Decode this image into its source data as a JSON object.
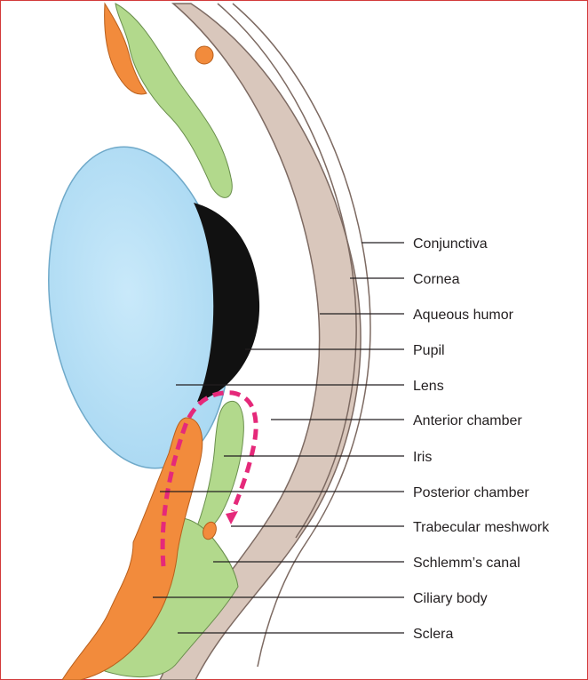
{
  "colors": {
    "frame": "#d23a3a",
    "lens_fill": "#a9d8f2",
    "lens_highlight": "#c9e9fa",
    "cornea_sclera": "#d9c7bc",
    "cornea_edge": "#7d6a62",
    "iris_green": "#b2d98c",
    "orange": "#f28b3c",
    "pupil": "#111111",
    "flow_arrow": "#e5297a",
    "leader_line": "#231f20"
  },
  "labels": {
    "conjunctiva": "Conjunctiva",
    "cornea": "Cornea",
    "aqueous_humor": "Aqueous humor",
    "pupil": "Pupil",
    "lens": "Lens",
    "anterior_chamber": "Anterior chamber",
    "iris": "Iris",
    "posterior_chamber": "Posterior chamber",
    "trabecular_meshwork": "Trabecular meshwork",
    "schlemms_canal": "Schlemm’s canal",
    "ciliary_body": "Ciliary body",
    "sclera": "Sclera"
  }
}
